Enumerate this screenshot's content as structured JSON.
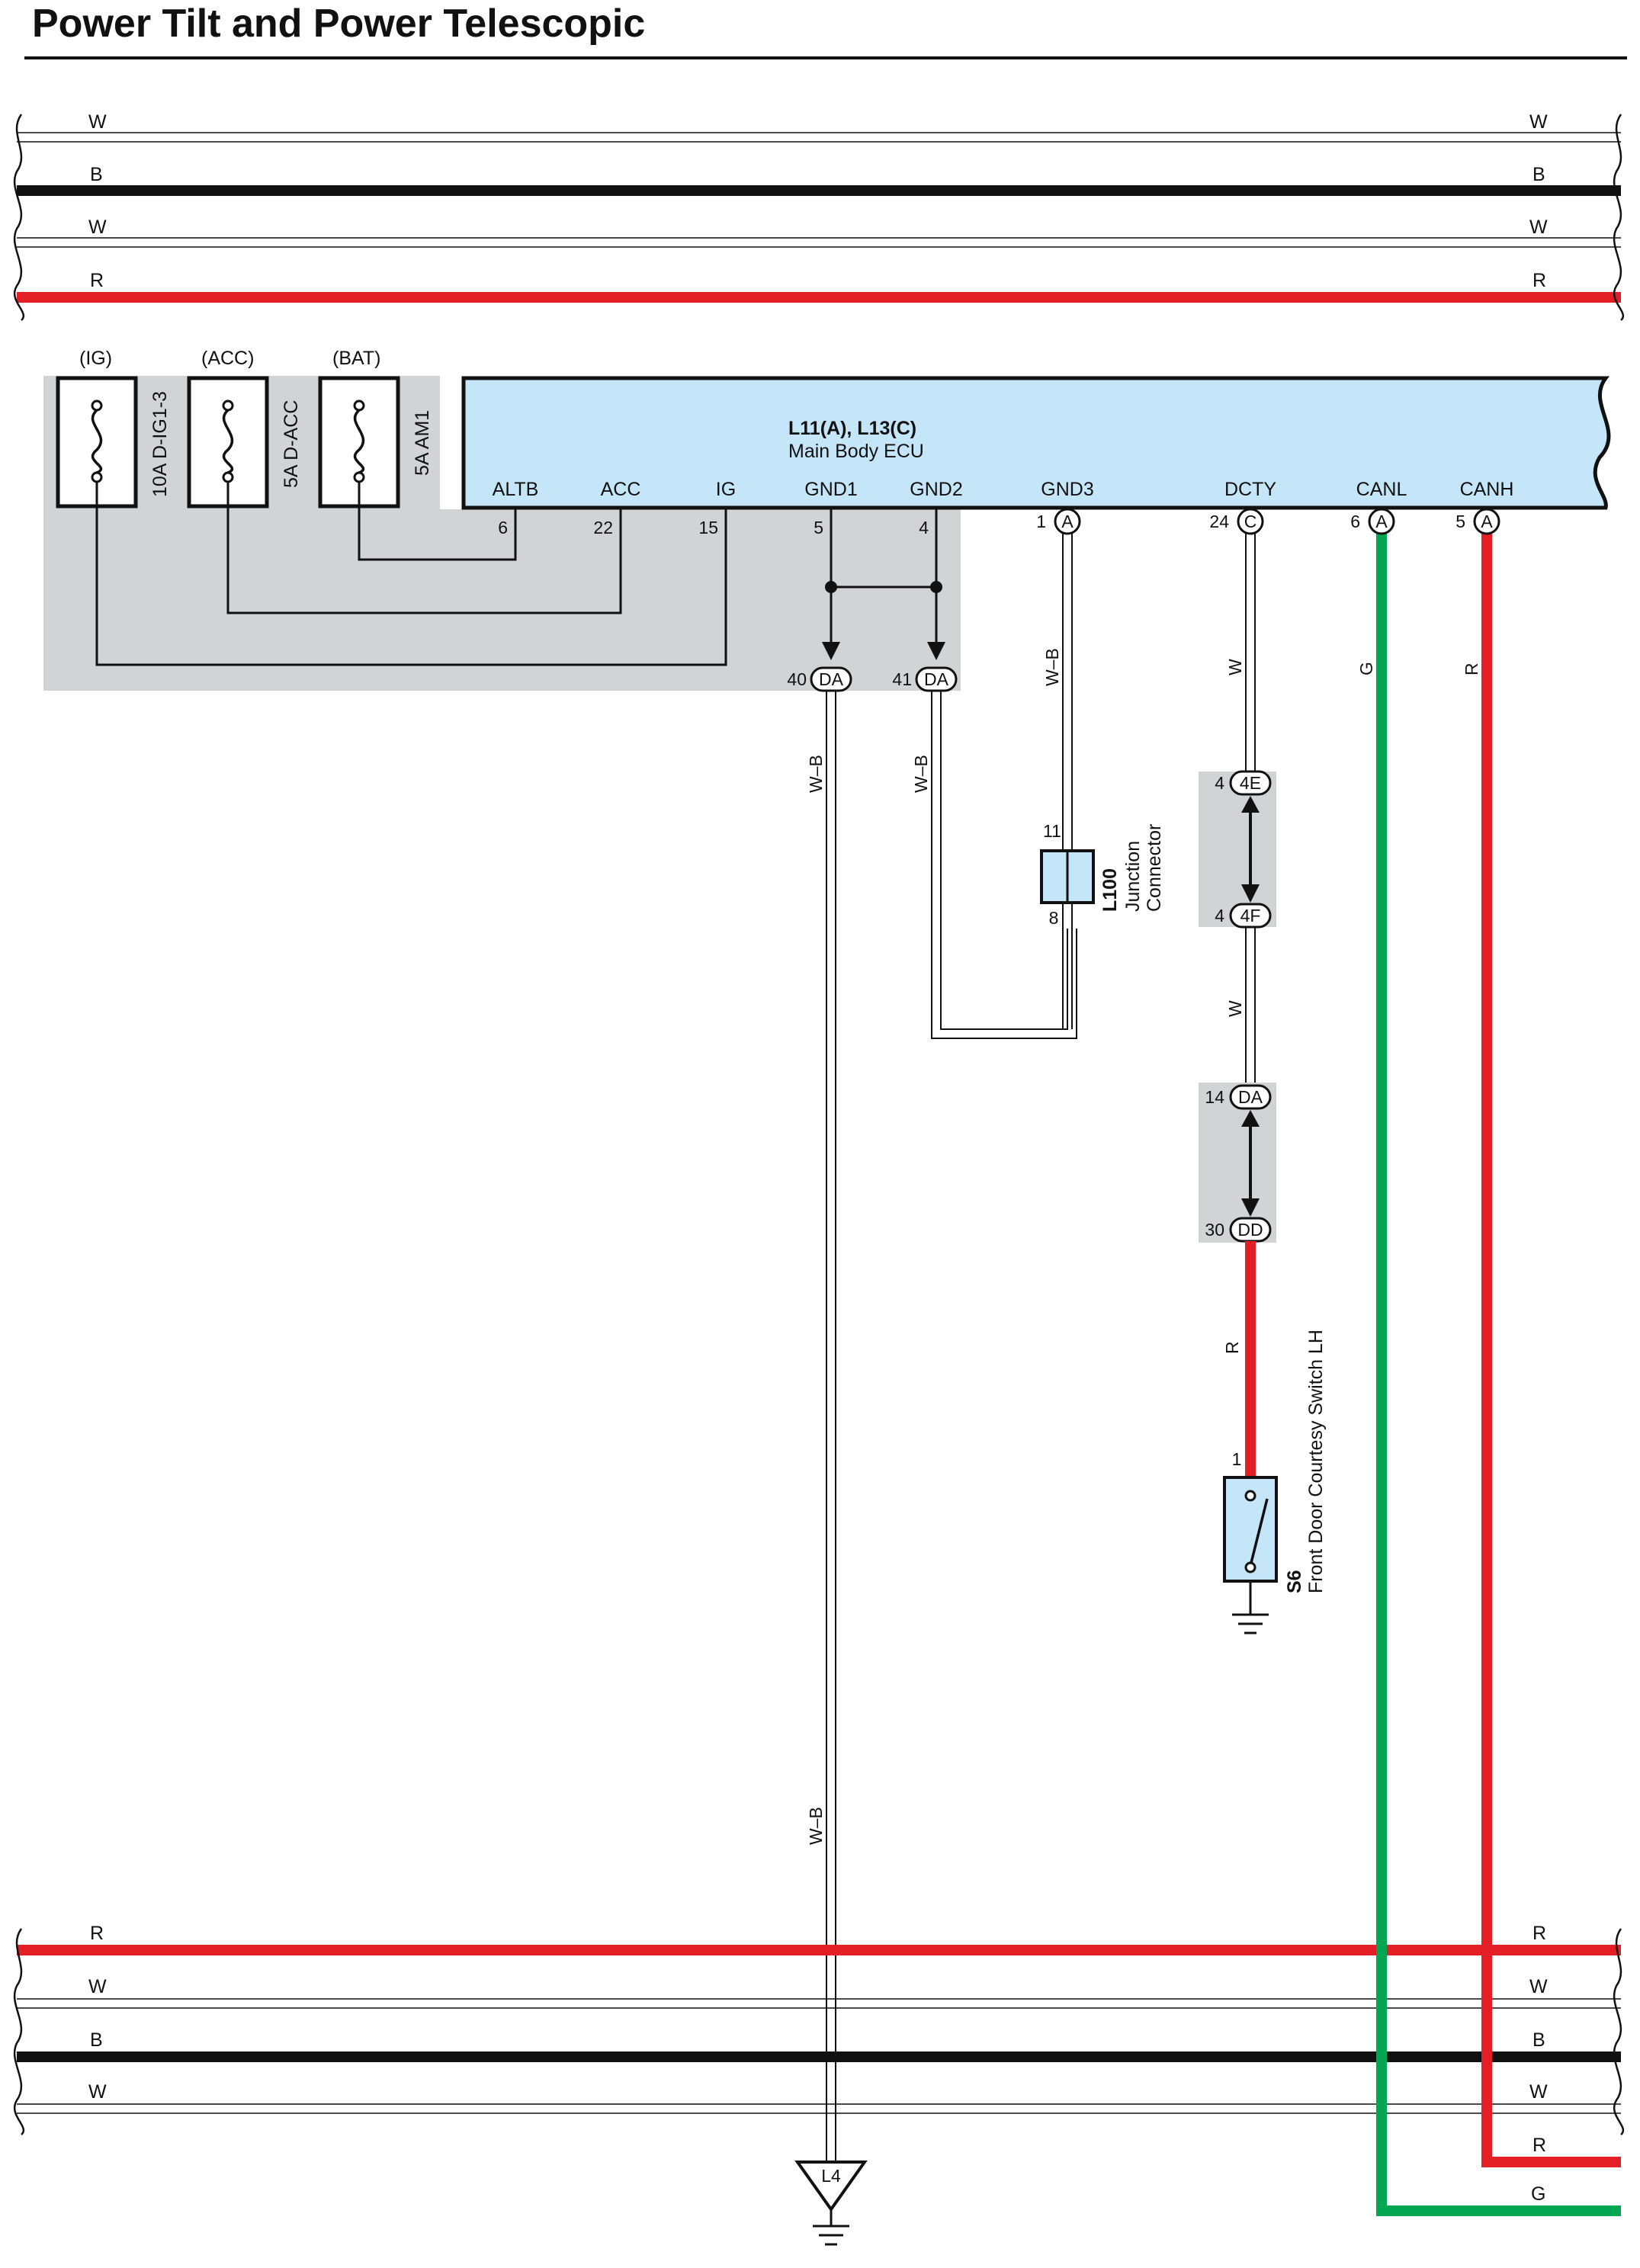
{
  "title": "Power Tilt and Power Telescopic",
  "colors": {
    "red": "#e31e25",
    "green": "#00a651",
    "black": "#111111",
    "ecu_fill": "#c5e6f8",
    "shade": "#d2d3d5"
  },
  "bus_top": {
    "w1": "W",
    "b": "B",
    "w2": "W",
    "r": "R"
  },
  "bus_bottom": {
    "r": "R",
    "w1": "W",
    "b": "B",
    "w2": "W",
    "r_canh": "R",
    "g_canl": "G"
  },
  "fuses": {
    "ig_src": "(IG)",
    "acc_src": "(ACC)",
    "bat_src": "(BAT)",
    "ig_name": "10A D-IG1-3",
    "acc_name": "5A D-ACC",
    "bat_name": "5A AM1"
  },
  "ecu": {
    "code": "L11(A), L13(C)",
    "name": "Main Body ECU",
    "terms": {
      "altb": "ALTB",
      "acc": "ACC",
      "ig": "IG",
      "gnd1": "GND1",
      "gnd2": "GND2",
      "gnd3": "GND3",
      "dcty": "DCTY",
      "canl": "CANL",
      "canh": "CANH"
    },
    "pins": {
      "altb": "6",
      "acc": "22",
      "ig": "15",
      "gnd1": "5",
      "gnd2": "4",
      "gnd3": "1",
      "dcty": "24",
      "canl": "6",
      "canh": "5"
    },
    "conns": {
      "gnd3": "A",
      "dcty": "C",
      "canl": "A",
      "canh": "A"
    }
  },
  "connectors": {
    "da1_pin": "40",
    "da1_name": "DA",
    "da2_pin": "41",
    "da2_name": "DA",
    "e4_pin": "4",
    "e4_name": "4E",
    "f4_pin": "4",
    "f4_name": "4F",
    "da3_pin": "14",
    "da3_name": "DA",
    "dd_pin": "30",
    "dd_name": "DD"
  },
  "wire_labels": {
    "gnd3": "W–B",
    "gnd1": "W–B",
    "gnd2": "W–B",
    "gnd1_low": "W–B",
    "dcty_upper": "W",
    "dcty_mid": "W",
    "dcty_lower": "R",
    "canl": "G",
    "canh": "R"
  },
  "junction": {
    "pin_top": "11",
    "pin_bot": "8",
    "code": "L100",
    "name1": "Junction",
    "name2": "Connector"
  },
  "switch": {
    "pin": "1",
    "code": "S6",
    "name": "Front Door Courtesy Switch LH"
  },
  "ground_point": {
    "code": "L4"
  }
}
